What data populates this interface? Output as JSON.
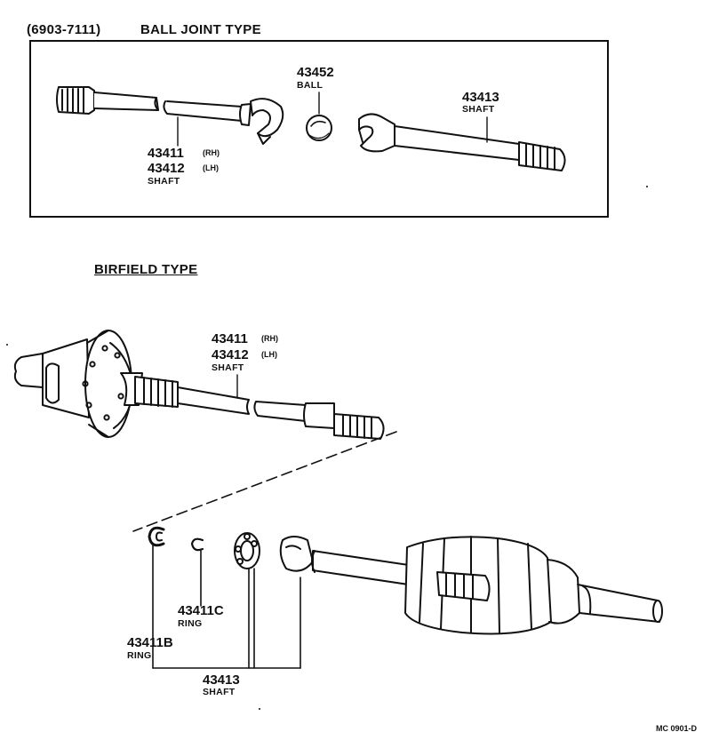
{
  "ball_joint": {
    "date_range": "(6903-7111)",
    "title": "BALL JOINT TYPE",
    "part_ball": {
      "number": "43452",
      "name": "BALL"
    },
    "part_shaft_rh": {
      "number": "43411",
      "side": "(RH)"
    },
    "part_shaft_lh": {
      "number": "43412",
      "side": "(LH)"
    },
    "shaft_name": "SHAFT",
    "part_outer_shaft": {
      "number": "43413",
      "name": "SHAFT"
    }
  },
  "birfield": {
    "title": "BIRFIELD TYPE",
    "part_shaft_rh": {
      "number": "43411",
      "side": "(RH)"
    },
    "part_shaft_lh": {
      "number": "43412",
      "side": "(LH)"
    },
    "shaft_name": "SHAFT",
    "ring_c": {
      "number": "43411C",
      "name": "RING"
    },
    "ring_b": {
      "number": "43411B",
      "name": "RING"
    },
    "outer_shaft": {
      "number": "43413",
      "name": "SHAFT"
    }
  },
  "footer_code": "MC 0901-D"
}
